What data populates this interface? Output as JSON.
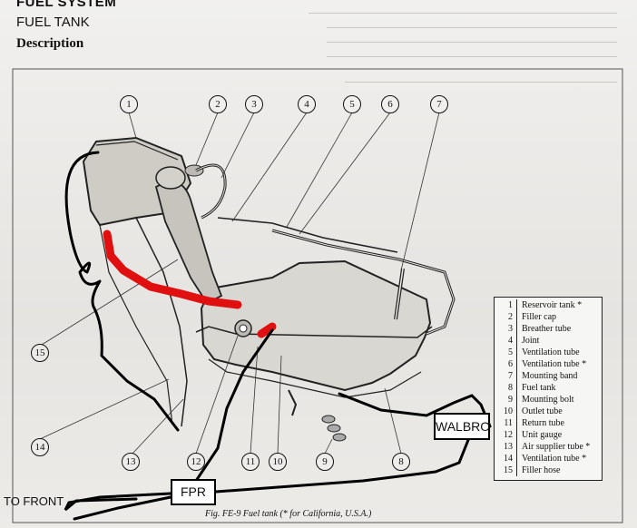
{
  "header": {
    "system": "FUEL SYSTEM",
    "section": "FUEL TANK",
    "subsection": "Description"
  },
  "callouts": [
    "1",
    "2",
    "3",
    "4",
    "5",
    "6",
    "7",
    "8",
    "9",
    "10",
    "11",
    "12",
    "13",
    "14",
    "15"
  ],
  "legend": [
    {
      "num": "1",
      "text": "Reservoir tank *"
    },
    {
      "num": "2",
      "text": "Filler cap"
    },
    {
      "num": "3",
      "text": "Breather tube"
    },
    {
      "num": "4",
      "text": "Joint"
    },
    {
      "num": "5",
      "text": "Ventilation tube"
    },
    {
      "num": "6",
      "text": "Ventilation tube *"
    },
    {
      "num": "7",
      "text": "Mounting band"
    },
    {
      "num": "8",
      "text": "Fuel tank"
    },
    {
      "num": "9",
      "text": "Mounting bolt"
    },
    {
      "num": "10",
      "text": "Outlet tube"
    },
    {
      "num": "11",
      "text": "Return tube"
    },
    {
      "num": "12",
      "text": "Unit gauge"
    },
    {
      "num": "13",
      "text": "Air supplier tube *"
    },
    {
      "num": "14",
      "text": "Ventilation tube *"
    },
    {
      "num": "15",
      "text": "Filler hose"
    }
  ],
  "annotations": {
    "walbro": "WALBRO",
    "fpr": "FPR",
    "to_front": "TO FRONT"
  },
  "caption": "Fig. FE-9  Fuel tank (* for California, U.S.A.)",
  "colors": {
    "marker_red": "#e01010",
    "marker_black": "#000000",
    "ink": "#222222"
  }
}
